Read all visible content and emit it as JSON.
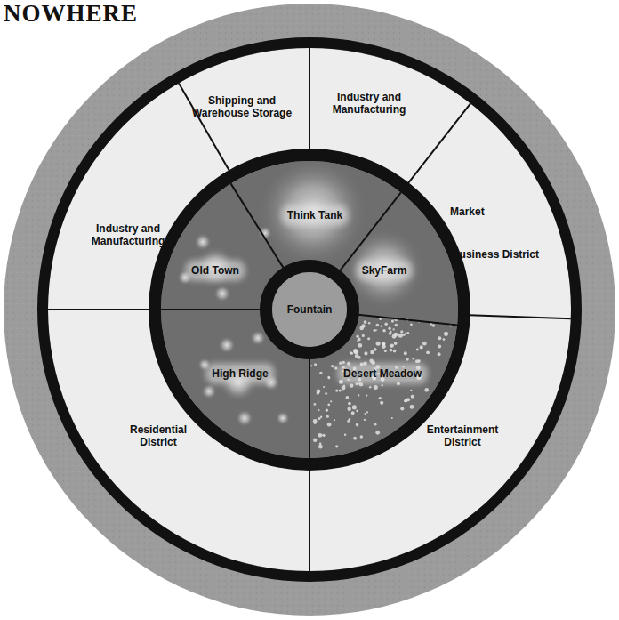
{
  "diagram": {
    "title": "NOWHERE",
    "nodes": [
      {
        "text": [
          "Shipping and Warehouse Storage"
        ]
      },
      {
        "text": [
          "Industry and Manufacturing"
        ]
      },
      {
        "text": [
          "Think Tank"
        ]
      },
      {
        "text": [
          "Market",
          "Business District"
        ]
      },
      {
        "text": [
          "Industry and Manufacturing"
        ]
      },
      {
        "text": [
          "Old Town"
        ]
      },
      {
        "text": [
          "SkyFarm"
        ]
      },
      {
        "text": [
          "Fountain"
        ]
      },
      {
        "text": [
          "High Ridge"
        ]
      },
      {
        "text": [
          "Desert Meadow"
        ]
      },
      {
        "text": [
          "Residential District"
        ]
      },
      {
        "text": [
          "Entertainment District"
        ]
      }
    ]
  }
}
